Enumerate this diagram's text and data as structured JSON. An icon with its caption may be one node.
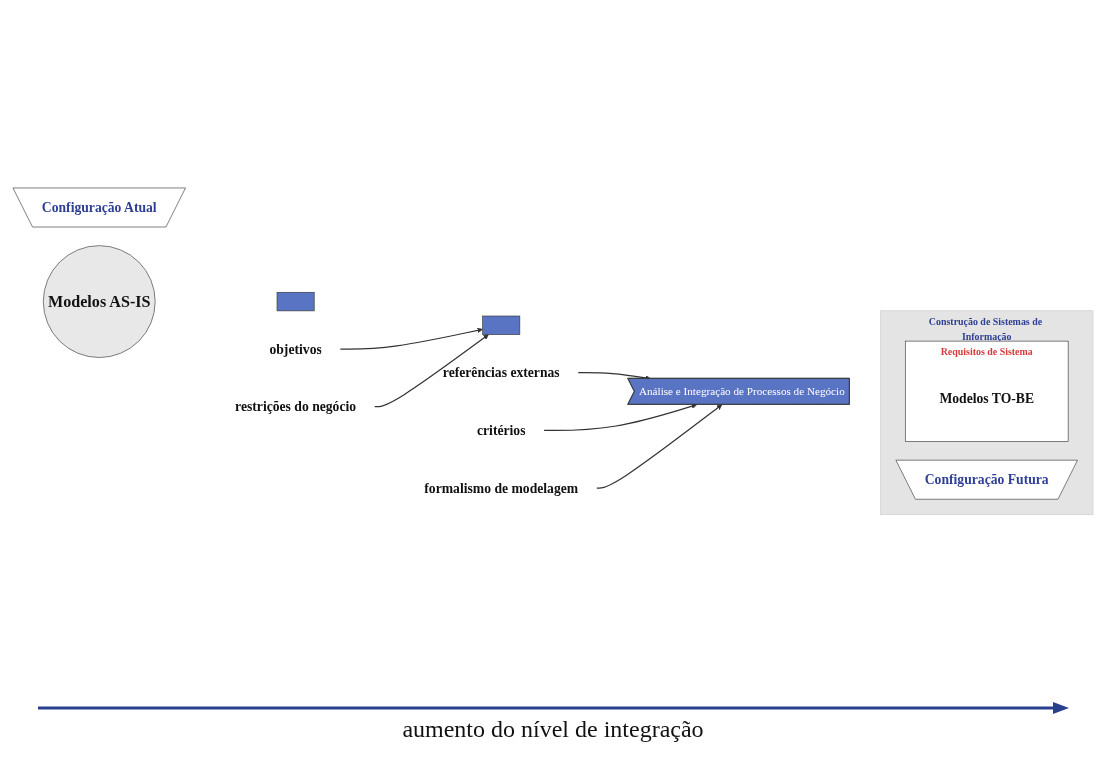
{
  "diagram": {
    "nodes": [
      {
        "text": [
          "objetivos"
        ]
      },
      {
        "text": [
          "Configuração Atual"
        ]
      },
      {
        "text": [
          "referências externas"
        ]
      },
      {
        "text": [
          "Construção de Sistemas de Informação"
        ]
      },
      {
        "text": [
          "critérios"
        ]
      },
      {
        "text": [
          "Configuração Futura"
        ],
        "in": 3
      },
      {
        "text": [
          "Modelos AS-IS"
        ]
      },
      {
        "text": [],
        "shape": "bar"
      },
      {
        "text": [],
        "shape": "bar"
      },
      {
        "text": [
          "Análise e Integração de Processos de Negócio"
        ]
      },
      {
        "text": [
          "Requisitos de Sistema"
        ],
        "in": 3
      },
      {
        "text": [
          "Modelos TO-BE"
        ],
        "in": 10
      },
      {
        "text": [
          "restrições do negócio"
        ]
      },
      {
        "text": [
          "formalismo de modelagem"
        ]
      }
    ],
    "edges": [
      {
        "from": 0,
        "to": 8,
        "arrow": "to"
      },
      {
        "from": 2,
        "to": 9,
        "arrow": "to"
      },
      {
        "from": 4,
        "to": 9,
        "arrow": "to"
      },
      {
        "from": 12,
        "to": 8,
        "arrow": "to"
      },
      {
        "from": 13,
        "to": 9,
        "arrow": "to"
      }
    ],
    "labels": [
      "aumento do nível de integração"
    ]
  }
}
